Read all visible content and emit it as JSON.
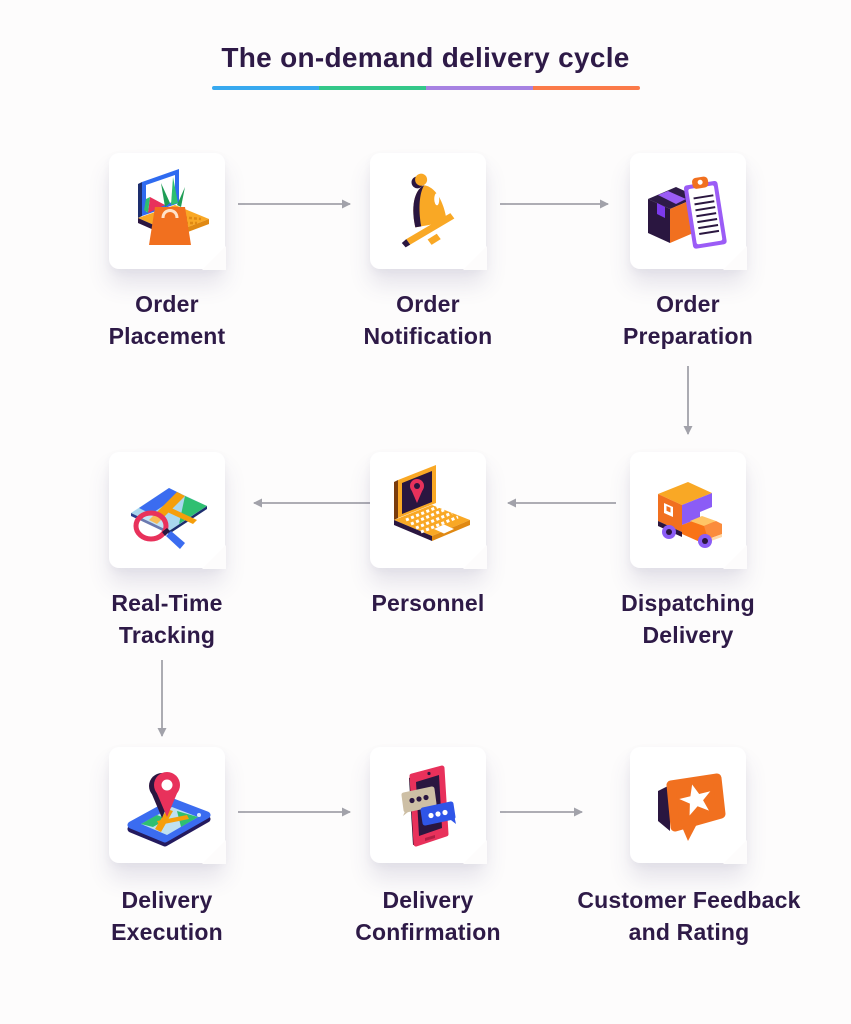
{
  "title": "The on-demand delivery cycle",
  "title_underline_colors": [
    "#38a9ef",
    "#34c789",
    "#a782e2",
    "#fb7a49"
  ],
  "colors": {
    "background": "#fdfcfc",
    "card": "#ffffff",
    "text": "#2e1a47",
    "arrow": "#a2a2aa",
    "accent_orange": "#f1701f",
    "accent_amber": "#f9a825",
    "accent_purple": "#9b5cf6",
    "accent_dark_purple": "#2a1640",
    "accent_red": "#e8315b",
    "accent_blue": "#3b6cf0",
    "accent_green": "#2fbf71"
  },
  "steps": [
    {
      "label": "Order Placement",
      "icon": "laptop-grocery-bag-icon"
    },
    {
      "label": "Order Notification",
      "icon": "bell-icon"
    },
    {
      "label": "Order Preparation",
      "icon": "box-clipboard-icon"
    },
    {
      "label": "Dispatching Delivery",
      "icon": "delivery-truck-icon"
    },
    {
      "label": "Personnel",
      "icon": "laptop-location-pin-icon"
    },
    {
      "label": "Real-Time Tracking",
      "icon": "map-magnifier-icon"
    },
    {
      "label": "Delivery Execution",
      "icon": "phone-map-pin-icon"
    },
    {
      "label": "Delivery Confirmation",
      "icon": "phone-chat-icon"
    },
    {
      "label": "Customer Feedback and Rating",
      "icon": "feedback-star-icon"
    }
  ],
  "connections": [
    {
      "from": "Order Placement",
      "to": "Order Notification",
      "direction": "right"
    },
    {
      "from": "Order Notification",
      "to": "Order Preparation",
      "direction": "right"
    },
    {
      "from": "Order Preparation",
      "to": "Dispatching Delivery",
      "direction": "down"
    },
    {
      "from": "Dispatching Delivery",
      "to": "Personnel",
      "direction": "left"
    },
    {
      "from": "Personnel",
      "to": "Real-Time Tracking",
      "direction": "left"
    },
    {
      "from": "Real-Time Tracking",
      "to": "Delivery Execution",
      "direction": "down"
    },
    {
      "from": "Delivery Execution",
      "to": "Delivery Confirmation",
      "direction": "right"
    },
    {
      "from": "Delivery Confirmation",
      "to": "Customer Feedback and Rating",
      "direction": "right"
    }
  ]
}
